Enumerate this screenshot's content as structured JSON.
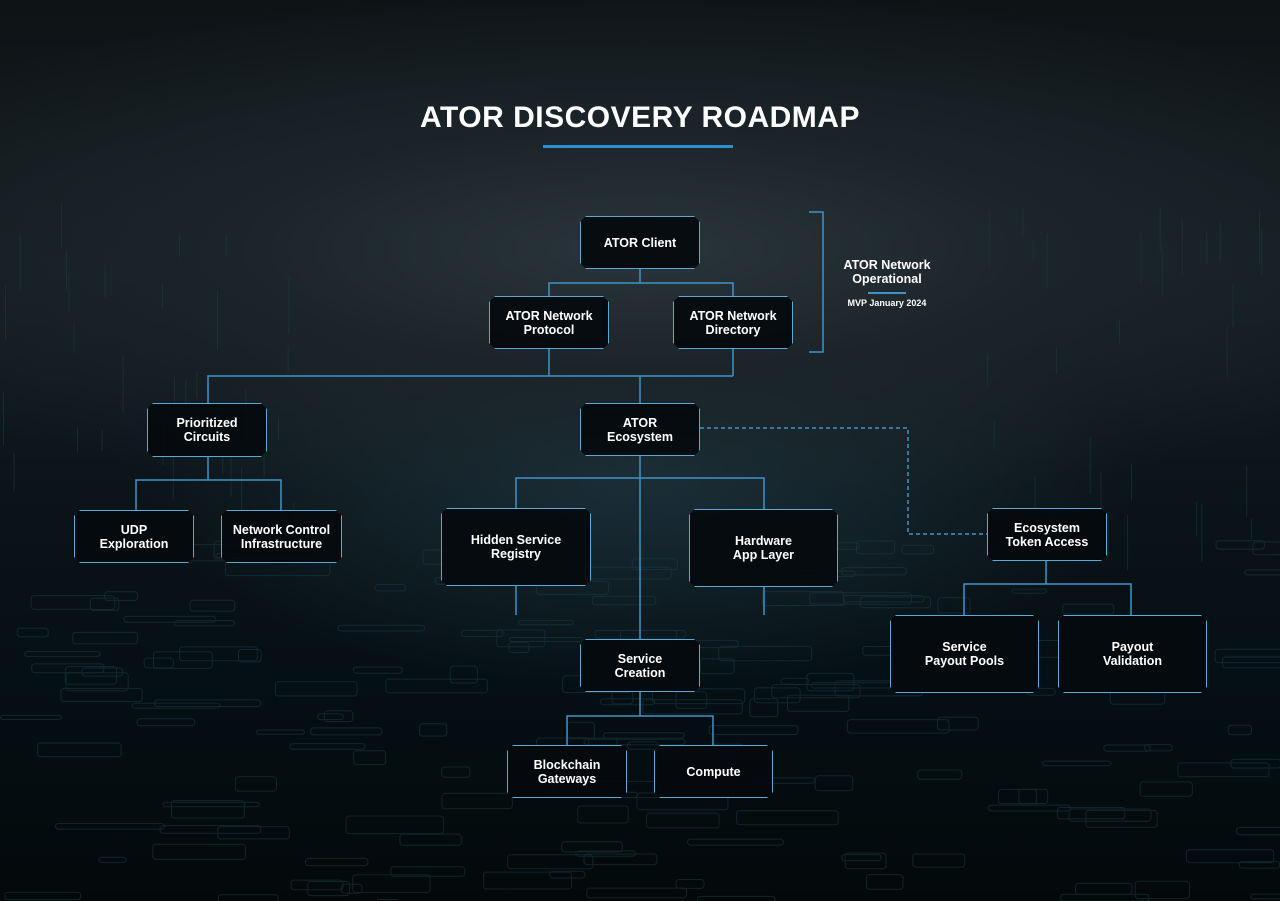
{
  "title": "ATOR DISCOVERY ROADMAP",
  "colors": {
    "accent": "#2b8fd0",
    "node_border": "#5aa9d6",
    "connector": "#3f93c9"
  },
  "nodes": {
    "ator_client": "ATOR Client",
    "network_protocol": "ATOR Network\nProtocol",
    "network_directory": "ATOR Network\nDirectory",
    "prioritized_circuits": "Prioritized\nCircuits",
    "ator_ecosystem": "ATOR\nEcosystem",
    "udp_exploration": "UDP\nExploration",
    "network_control": "Network Control\nInfrastructure",
    "hidden_service_registry": "Hidden Service\nRegistry",
    "hardware_app_layer": "Hardware\nApp Layer",
    "ecosystem_token_access": "Ecosystem\nToken Access",
    "service_creation": "Service\nCreation",
    "service_payout_pools": "Service\nPayout Pools",
    "payout_validation": "Payout\nValidation",
    "blockchain_gateways": "Blockchain\nGateways",
    "compute": "Compute"
  },
  "milestone": {
    "label": "ATOR Network\nOperational",
    "date": "MVP January 2024"
  }
}
